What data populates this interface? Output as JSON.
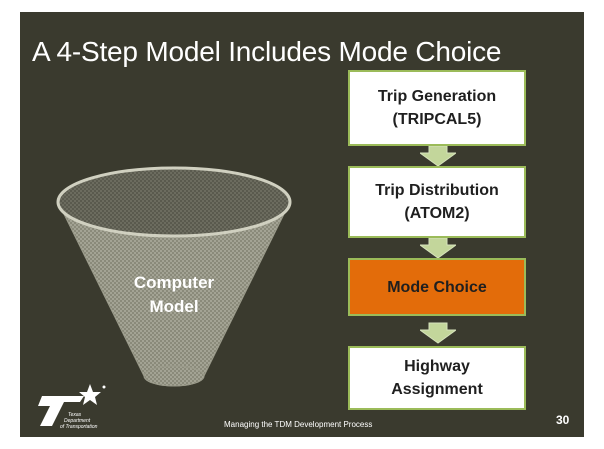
{
  "slide": {
    "title": "A 4-Step Model Includes Mode Choice",
    "funnel": {
      "line1": "Computer",
      "line2": "Model"
    },
    "steps": [
      {
        "line1": "Trip Generation",
        "line2": "(TRIPCAL5)",
        "highlighted": false
      },
      {
        "line1": "Trip Distribution",
        "line2": "(ATOM2)",
        "highlighted": false
      },
      {
        "line1": "Mode Choice",
        "line2": "",
        "highlighted": true
      },
      {
        "line1": "Highway",
        "line2": "Assignment",
        "highlighted": false
      }
    ],
    "footer": "Managing the TDM Development Process",
    "page_number": "30",
    "logo_text": [
      "Texas",
      "Department",
      "of Transportation"
    ]
  },
  "colors": {
    "background": "#3a3a2e",
    "step_border": "#9bbb59",
    "highlight": "#e36c0a",
    "arrow": "#c3d69b"
  }
}
